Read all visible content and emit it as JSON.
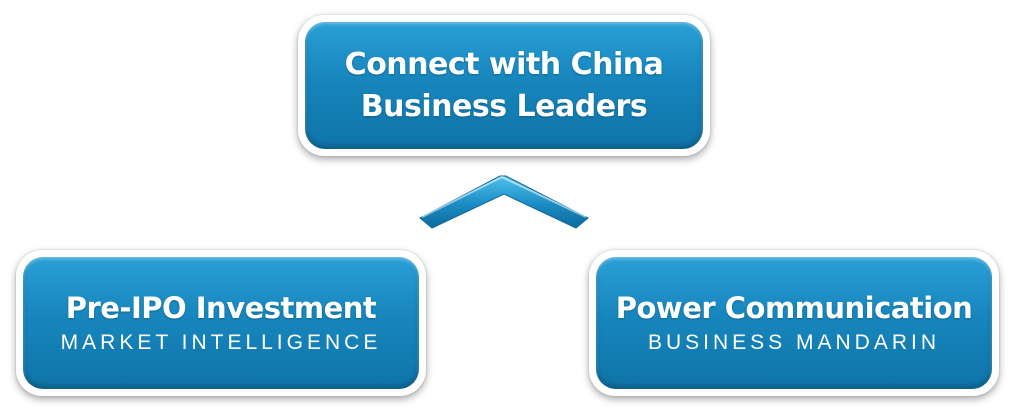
{
  "top_box": {
    "line1": "Connect with China",
    "line2": "Business Leaders"
  },
  "left_box": {
    "title": "Pre-IPO Investment",
    "subtitle": "MARKET INTELLIGENCE"
  },
  "right_box": {
    "title": "Power Communication",
    "subtitle": "BUSINESS MANDARIN"
  },
  "colors": {
    "box_blue": "#1786bd",
    "box_blue_light": "#2aa0d6",
    "box_blue_dark": "#0f74a8",
    "text": "#ffffff",
    "frame": "#ffffff"
  },
  "connector": {
    "shape": "chevron-up"
  }
}
